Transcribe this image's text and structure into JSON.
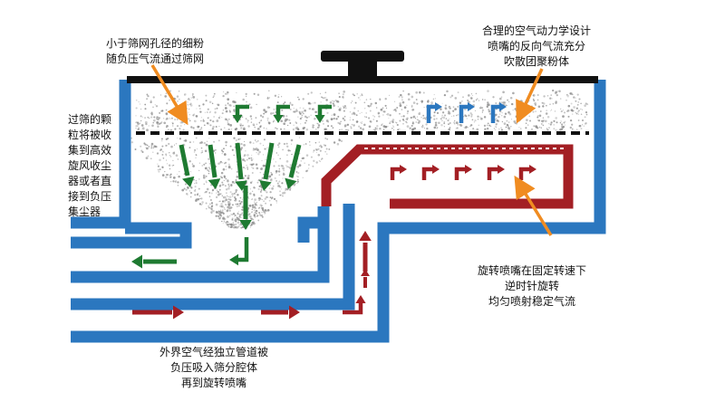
{
  "labels": {
    "fine_powder": [
      "小于筛网孔径的细粉",
      "随负压气流通过筛网"
    ],
    "aerodynamics": [
      "合理的空气动力学设计",
      "喷嘴的反向气流充分",
      "吹散团聚粉体"
    ],
    "oversize": [
      "过筛的颗",
      "粒将被收",
      "集到高效",
      "旋风收尘",
      "器或者直",
      "接到负压",
      "集尘器"
    ],
    "nozzle": [
      "旋转喷嘴在固定转速下",
      "逆时针旋转",
      "均匀喷射稳定气流"
    ],
    "external_air": [
      "外界空气经独立管道被",
      "负压吸入筛分腔体",
      "再到旋转喷嘴"
    ]
  },
  "colors": {
    "housing_blue": "#2b77bf",
    "lid_black": "#111111",
    "nozzle_red": "#a31f24",
    "flow_green": "#1e7a31",
    "reverse_blue": "#2b77bf",
    "callout_orange": "#f08c21",
    "powder_gray": "#8a8a8a"
  }
}
